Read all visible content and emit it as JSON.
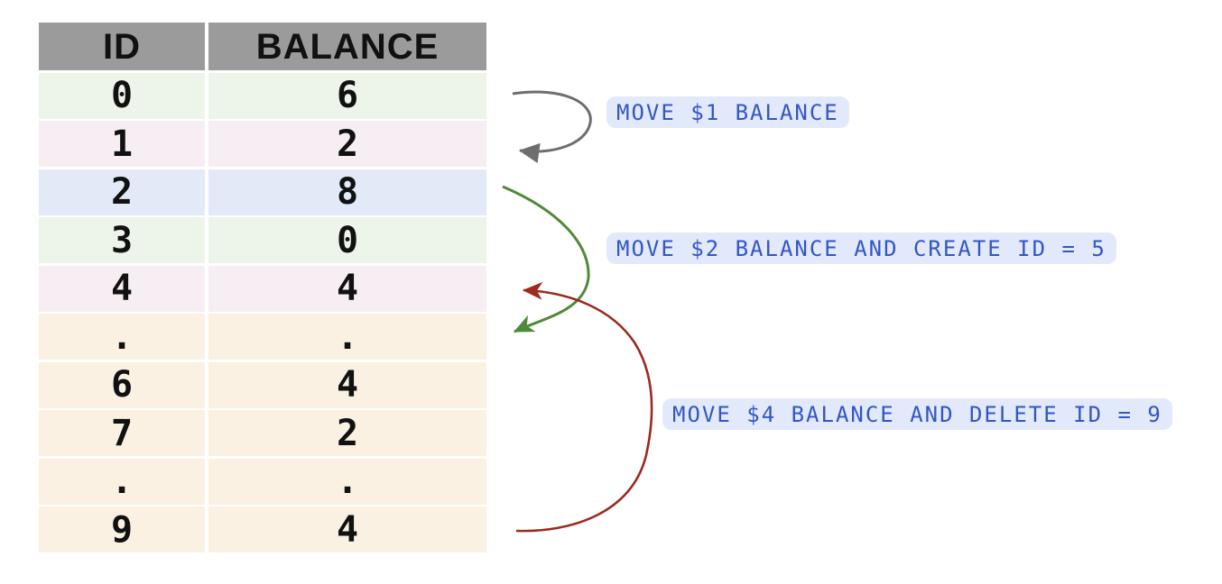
{
  "table": {
    "headers": [
      {
        "label": "ID"
      },
      {
        "label": "BALANCE"
      }
    ],
    "rows": [
      {
        "id": "0",
        "balance": "6",
        "tint": "green"
      },
      {
        "id": "1",
        "balance": "2",
        "tint": "pink"
      },
      {
        "id": "2",
        "balance": "8",
        "tint": "blue"
      },
      {
        "id": "3",
        "balance": "0",
        "tint": "green"
      },
      {
        "id": "4",
        "balance": "4",
        "tint": "pink"
      },
      {
        "id": ".",
        "balance": ".",
        "tint": "cream"
      },
      {
        "id": "6",
        "balance": "4",
        "tint": "cream"
      },
      {
        "id": "7",
        "balance": "2",
        "tint": "cream"
      },
      {
        "id": ".",
        "balance": ".",
        "tint": "cream"
      },
      {
        "id": "9",
        "balance": "4",
        "tint": "cream"
      }
    ]
  },
  "annotations": [
    {
      "label": "MOVE $1 BALANCE",
      "arrow_color_key": "gray",
      "from_row": "ID 0",
      "to_row": "ID 1"
    },
    {
      "label": "MOVE $2 BALANCE AND CREATE ID = 5",
      "arrow_color_key": "green",
      "from_row": "ID 2",
      "to_row": "new row (ID 5)"
    },
    {
      "label": "MOVE $4 BALANCE AND DELETE ID = 9",
      "arrow_color_key": "red",
      "from_row": "ID 9",
      "to_row": "ID 4"
    }
  ],
  "colors": {
    "header_bg": "#9b9b9b",
    "row_green": "#edf4ea",
    "row_pink": "#f6eef2",
    "row_blue": "#e2eaf8",
    "row_cream": "#faf1e3",
    "cell_text": "#111111",
    "pill_bg": "#e1e9fa",
    "pill_text": "#3356c4",
    "arrow_gray": "#6e6e6e",
    "arrow_green": "#4e8a39",
    "arrow_red": "#9c2a1e"
  }
}
